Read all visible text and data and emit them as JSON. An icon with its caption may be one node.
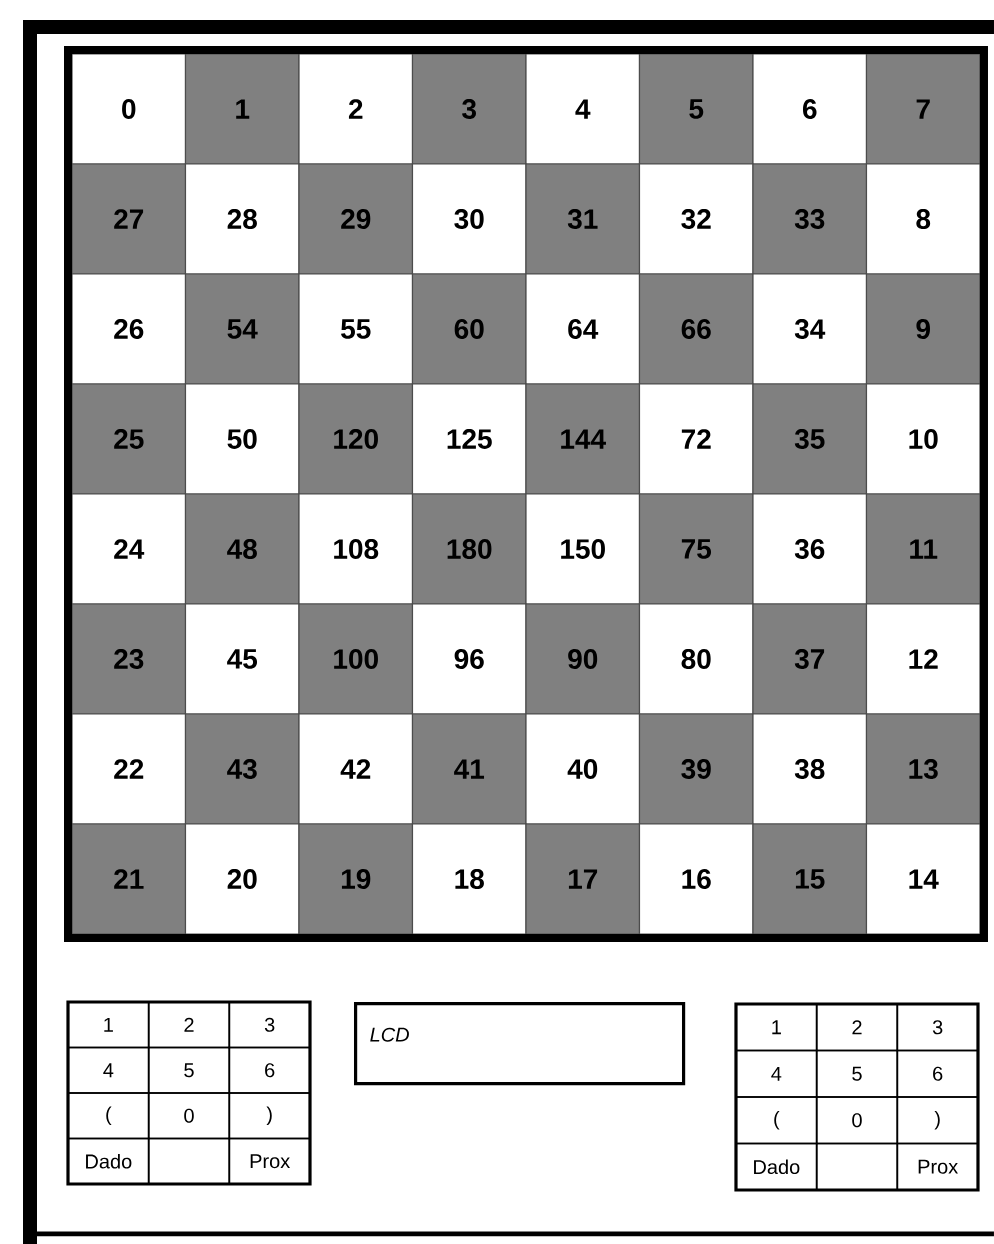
{
  "diagram": {
    "nodes": [
      {
        "text": [
          "LCD"
        ]
      }
    ],
    "labels": [
      "0",
      "1",
      "2",
      "3",
      "4",
      "5",
      "6",
      "7",
      "27",
      "28",
      "29",
      "30",
      "31",
      "32",
      "33",
      "8",
      "26",
      "54",
      "55",
      "60",
      "64",
      "66",
      "34",
      "9",
      "25",
      "50",
      "120",
      "125",
      "144",
      "72",
      "35",
      "10",
      "24",
      "48",
      "108",
      "180",
      "150",
      "75",
      "36",
      "11",
      "23",
      "45",
      "100",
      "96",
      "90",
      "80",
      "37",
      "12",
      "22",
      "43",
      "42",
      "41",
      "40",
      "39",
      "38",
      "13",
      "21",
      "20",
      "19",
      "18",
      "17",
      "16",
      "15",
      "14",
      "1",
      "2",
      "3",
      "4",
      "5",
      "6",
      "(",
      "0",
      ")",
      "Dado",
      "Prox",
      "1",
      "2",
      "3",
      "4",
      "5",
      "6",
      "(",
      "0",
      ")",
      "Dado",
      "Prox"
    ]
  }
}
